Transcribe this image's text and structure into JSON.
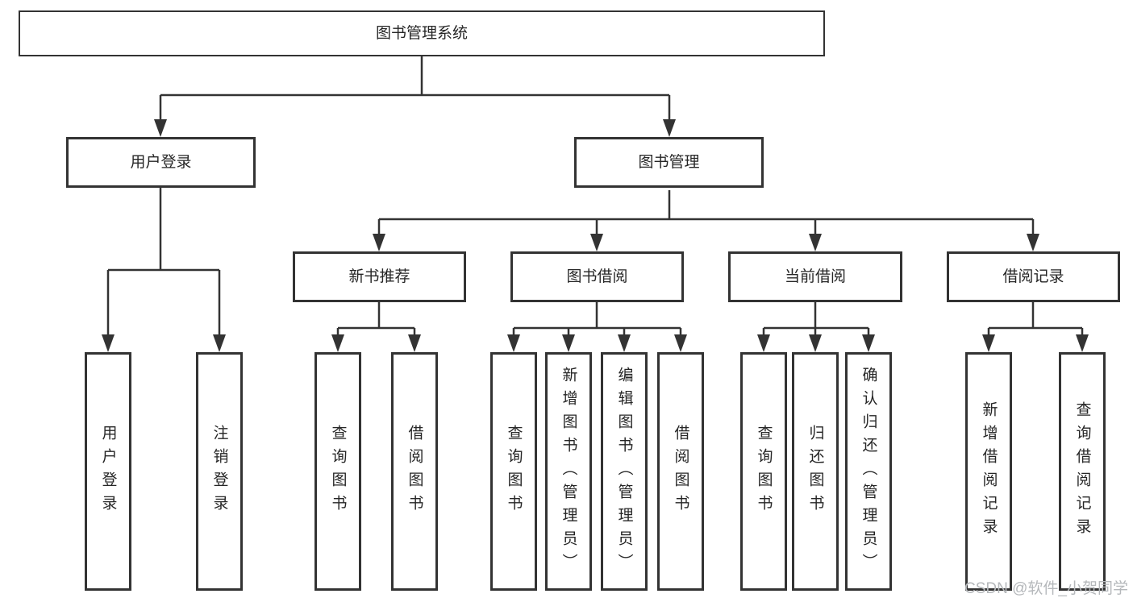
{
  "tree": {
    "root": "图书管理系统",
    "children": [
      {
        "label": "用户登录",
        "children": [
          "用户登录",
          "注销登录"
        ]
      },
      {
        "label": "图书管理",
        "children": [
          {
            "label": "新书推荐",
            "children": [
              "查询图书",
              "借阅图书"
            ]
          },
          {
            "label": "图书借阅",
            "children": [
              "查询图书",
              "新增图书（管理员）",
              "编辑图书（管理员）",
              "借阅图书"
            ]
          },
          {
            "label": "当前借阅",
            "children": [
              "查询图书",
              "归还图书",
              "确认归还（管理员）"
            ]
          },
          {
            "label": "借阅记录",
            "children": [
              "新增借阅记录",
              "查询借阅记录"
            ]
          }
        ]
      }
    ]
  },
  "watermark": "CSDN @软件_小贺同学",
  "colors": {
    "line": "#333333",
    "box_border": "#333333",
    "box_background": "#ffffff",
    "text": "#262626",
    "watermark": "#b5b8bb",
    "background": "#ffffff"
  }
}
